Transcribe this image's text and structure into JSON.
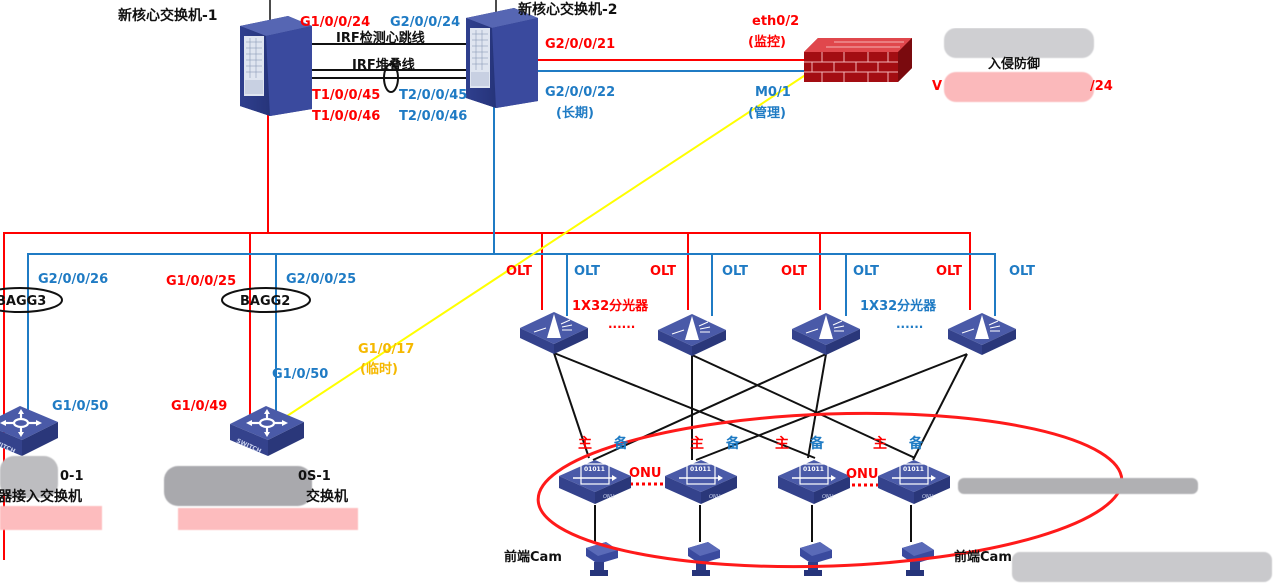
{
  "colors": {
    "primary_link": "#ff0000",
    "backup_link": "#1f7bc4",
    "temp_link": "#ffff00",
    "temp_label": "#f5b800",
    "device_blue": "#3d4d9a",
    "firewall_red": "#c0161b",
    "ring": "#ff1a1a"
  },
  "core": {
    "switch1_title": "新核心交换机-1",
    "switch2_title": "新核心交换机-2",
    "irf_heartbeat_label": "IRF检测心跳线",
    "irf_stack_label": "IRF堆叠线",
    "port_g1_24": "G1/0/0/24",
    "port_g2_24": "G2/0/0/24",
    "port_t1_45": "T1/0/0/45",
    "port_t1_46": "T1/0/0/46",
    "port_t2_45": "T2/0/0/45",
    "port_t2_46": "T2/0/0/46"
  },
  "firewall": {
    "port_g2_21": "G2/0/0/21",
    "port_g2_22": "G2/0/0/22",
    "g2_22_note": "(长期)",
    "eth_port": "eth0/2",
    "eth_note": "(监控)",
    "mgmt_port": "M0/1",
    "mgmt_note": "(管理)",
    "name_partial": "入侵防御",
    "port_partial_prefix": "V",
    "port_partial_suffix": "/24"
  },
  "access": {
    "bagg3": "BAGG3",
    "bagg2": "BAGG2",
    "port_g2_26": "G2/0/0/26",
    "port_g1_25": "G1/0/0/25",
    "port_g2_25": "G2/0/0/25",
    "left_uplink_port": "G1/0/50",
    "mid_red_port": "G1/0/49",
    "mid_blue_port": "G1/0/50",
    "temp_port": "G1/0/17",
    "temp_note": "(临时)",
    "left_switch_name_suffix": "0-1",
    "left_switch_name_line2": "器接入交换机",
    "mid_switch_name_suffix": "0S-1",
    "mid_switch_name_line2": "交换机"
  },
  "pon": {
    "olt_labels": [
      "OLT",
      "OLT",
      "OLT",
      "OLT",
      "OLT",
      "OLT",
      "OLT",
      "OLT"
    ],
    "splitter_label_1": "1X32分光器",
    "splitter_label_2": "1X32分光器",
    "ellipsis": "......",
    "onu_label": "ONU",
    "primary_label": "主",
    "backup_label": "备",
    "camera_label": "前端Cam",
    "camera_label_right": "前端Cam"
  }
}
